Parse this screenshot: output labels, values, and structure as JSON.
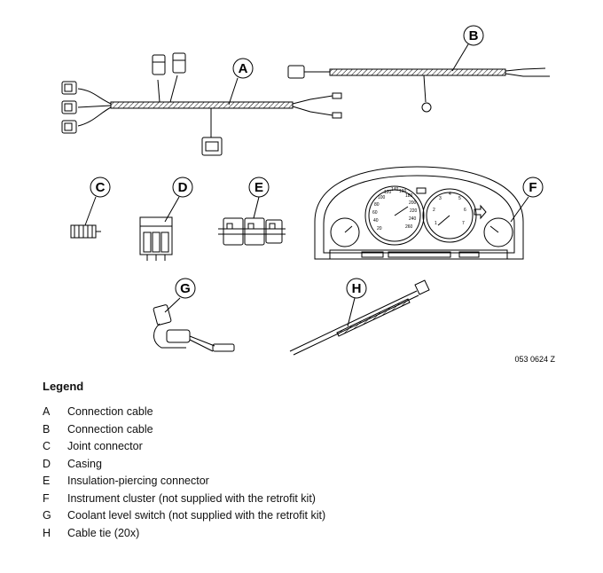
{
  "diagram": {
    "callouts": {
      "A": "A",
      "B": "B",
      "C": "C",
      "D": "D",
      "E": "E",
      "F": "F",
      "G": "G",
      "H": "H"
    },
    "reference_number": "053 0624 Z",
    "gauge_numbers": [
      "20",
      "40",
      "60",
      "80",
      "100",
      "120",
      "140",
      "160",
      "180",
      "200",
      "220",
      "240",
      "260"
    ],
    "tacho_numbers": [
      "1",
      "2",
      "3",
      "4",
      "5",
      "6",
      "7"
    ]
  },
  "legend": {
    "title": "Legend",
    "items": [
      {
        "letter": "A",
        "text": "Connection cable"
      },
      {
        "letter": "B",
        "text": "Connection cable"
      },
      {
        "letter": "C",
        "text": "Joint connector"
      },
      {
        "letter": "D",
        "text": "Casing"
      },
      {
        "letter": "E",
        "text": "Insulation-piercing connector"
      },
      {
        "letter": "F",
        "text": "Instrument cluster (not supplied with the retrofit kit)"
      },
      {
        "letter": "G",
        "text": "Coolant level switch (not supplied with the retrofit kit)"
      },
      {
        "letter": "H",
        "text": "Cable tie (20x)"
      }
    ]
  }
}
